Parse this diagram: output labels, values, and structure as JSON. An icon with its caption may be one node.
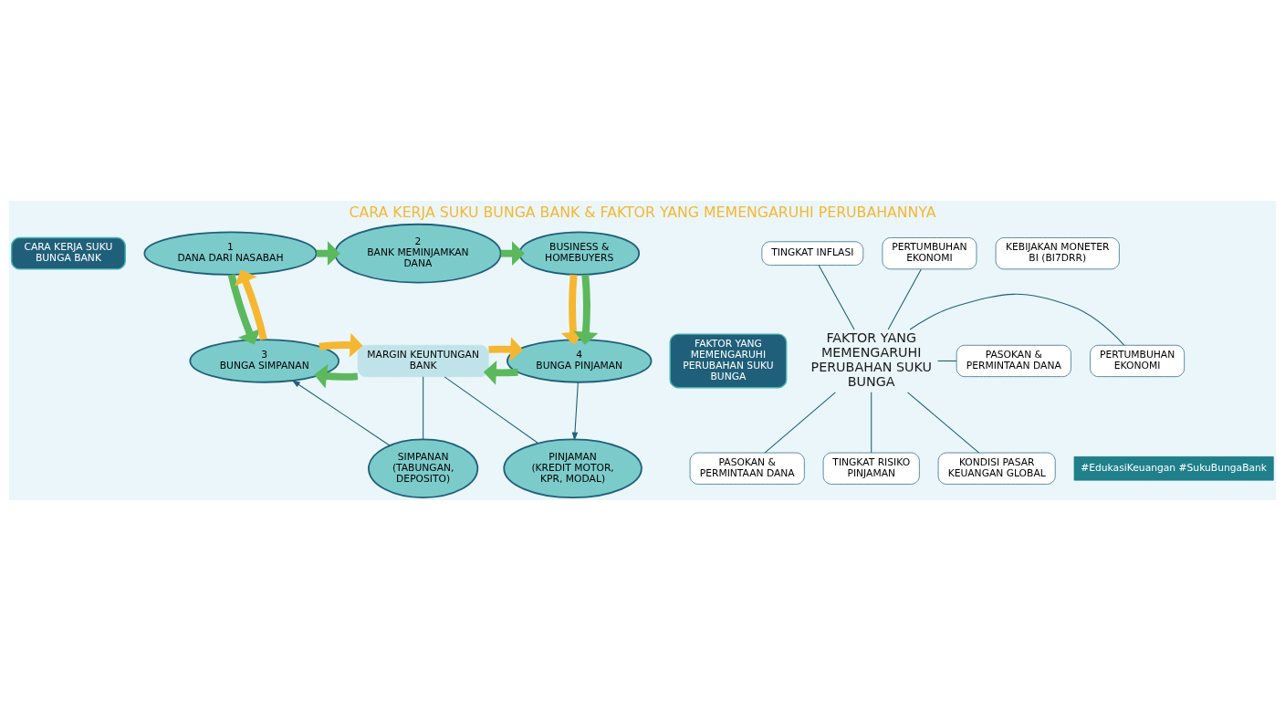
{
  "diagram": {
    "title": "CARA KERJA SUKU BUNGA BANK & FAKTOR YANG MEMENGARUHI PERUBAHANNYA",
    "nodes": [
      {
        "text": [
          "CARA KERJA SUKU BUNGA BANK"
        ]
      },
      {
        "text": [
          "1",
          "DANA DARI NASABAH"
        ]
      },
      {
        "text": [
          "2",
          "BANK MEMINJAMKAN DANA"
        ]
      },
      {
        "text": [
          "BUSINESS & HOMEBUYERS"
        ]
      },
      {
        "text": [
          "3",
          "BUNGA SIMPANAN"
        ]
      },
      {
        "text": [
          "MARGIN KEUNTUNGAN BANK"
        ]
      },
      {
        "text": [
          "4",
          "BUNGA PINJAMAN"
        ]
      },
      {
        "text": [
          "SIMPANAN",
          "(TABUNGAN, DEPOSITO)"
        ]
      },
      {
        "text": [
          "PINJAMAN",
          "(KREDIT MOTOR, KPR, MODAL)"
        ]
      },
      {
        "text": [
          "FAKTOR YANG MEMENGARUHI PERUBAHAN SUKU BUNGA"
        ]
      },
      {
        "text": [
          "FAKTOR YANG MEMENGARUHI PERUBAHAN SUKU BUNGA"
        ]
      },
      {
        "text": [
          "TINGKAT INFLASI"
        ]
      },
      {
        "text": [
          "KEBIJAKAN MONETER BI (BI7DRR)"
        ]
      },
      {
        "text": [
          "PERTUMBUHAN EKONOMI"
        ]
      },
      {
        "text": [
          "PERTUMBUHAN EKONOMI"
        ]
      },
      {
        "text": [
          "PASOKAN & PERMINTAAN DANA"
        ]
      },
      {
        "text": [
          "PASOKAN & PERMINTAAN DANA"
        ]
      },
      {
        "text": [
          "TINGKAT RISIKO PINJAMAN"
        ]
      },
      {
        "text": [
          "KONDISI PASAR KEUANGAN GLOBAL"
        ]
      }
    ],
    "edges": [
      {
        "from": 1,
        "to": 2,
        "arrow": "to",
        "style": "thick",
        "color": "#5cb85c"
      },
      {
        "from": 2,
        "to": 3,
        "arrow": "to",
        "style": "thick",
        "color": "#5cb85c"
      },
      {
        "from": 1,
        "to": 4,
        "arrow": "to",
        "style": "thick",
        "color": "#5cb85c"
      },
      {
        "from": 4,
        "to": 1,
        "arrow": "to",
        "style": "thick",
        "color": "#f5b731"
      },
      {
        "from": 3,
        "to": 6,
        "arrow": "to",
        "style": "thick",
        "color": "#f5b731"
      },
      {
        "from": 3,
        "to": 6,
        "arrow": "to",
        "style": "thick",
        "color": "#5cb85c"
      },
      {
        "from": 5,
        "to": 4,
        "arrow": "to",
        "style": "thick",
        "color": "#5cb85c"
      },
      {
        "from": 4,
        "to": 5,
        "arrow": "to",
        "style": "thick",
        "color": "#f5b731"
      },
      {
        "from": 6,
        "to": 5,
        "arrow": "to",
        "style": "thick",
        "color": "#5cb85c"
      },
      {
        "from": 5,
        "to": 6,
        "arrow": "to",
        "style": "thick",
        "color": "#f5b731"
      },
      {
        "from": 7,
        "to": 4,
        "arrow": "to"
      },
      {
        "from": 5,
        "to": 7,
        "arrow": "none"
      },
      {
        "from": 5,
        "to": 8,
        "arrow": "none"
      },
      {
        "from": 6,
        "to": 8,
        "arrow": "to"
      },
      {
        "from": 10,
        "to": 11,
        "arrow": "none"
      },
      {
        "from": 10,
        "to": 13,
        "arrow": "none"
      },
      {
        "from": 10,
        "to": 14,
        "arrow": "none"
      },
      {
        "from": 10,
        "to": 15,
        "arrow": "none"
      },
      {
        "from": 10,
        "to": 16,
        "arrow": "none"
      },
      {
        "from": 10,
        "to": 17,
        "arrow": "none"
      },
      {
        "from": 10,
        "to": 18,
        "arrow": "none"
      }
    ],
    "labels": [
      "#EdukasiKeuangan #SukuBungaBank"
    ]
  }
}
